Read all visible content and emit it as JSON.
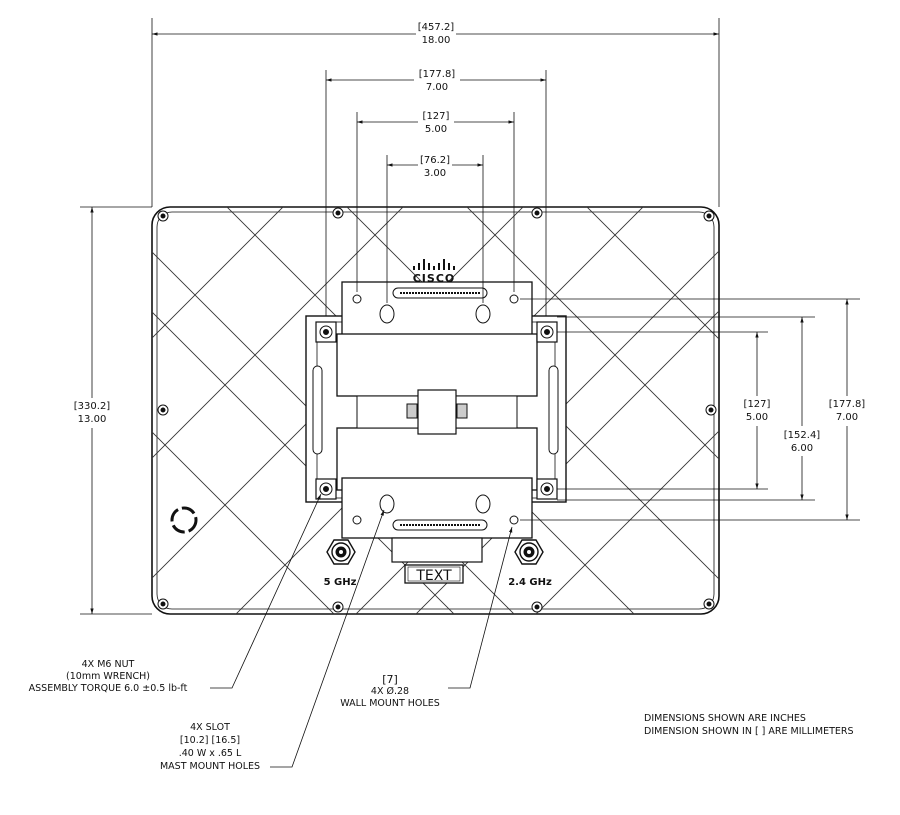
{
  "dimensions": {
    "overall_width": {
      "mm": "[457.2]",
      "in": "18.00"
    },
    "bracket_width": {
      "mm": "[177.8]",
      "in": "7.00"
    },
    "hole_span_127": {
      "mm": "[127]",
      "in": "5.00"
    },
    "hole_span_76": {
      "mm": "[76.2]",
      "in": "3.00"
    },
    "overall_height": {
      "mm": "[330.2]",
      "in": "13.00"
    },
    "vert_127": {
      "mm": "[127]",
      "in": "5.00"
    },
    "vert_152": {
      "mm": "[152.4]",
      "in": "6.00"
    },
    "vert_177": {
      "mm": "[177.8]",
      "in": "7.00"
    }
  },
  "labels": {
    "logo": "CISCO",
    "text_plate": "TEXT",
    "port_left": "5 GHz",
    "port_right": "2.4 GHz"
  },
  "callouts": {
    "nut": [
      "4X M6 NUT",
      "(10mm WRENCH)",
      "ASSEMBLY TORQUE 6.0 ±0.5 lb-ft"
    ],
    "wall": [
      "[7]",
      "4X  Ø.28",
      "WALL MOUNT HOLES"
    ],
    "slot": [
      "4X SLOT",
      "[10.2]   [16.5]",
      ".40 W x .65 L",
      "MAST MOUNT HOLES"
    ]
  },
  "notes": {
    "line1": "DIMENSIONS SHOWN ARE INCHES",
    "line2": "DIMENSION SHOWN IN [ ] ARE MILLIMETERS"
  }
}
